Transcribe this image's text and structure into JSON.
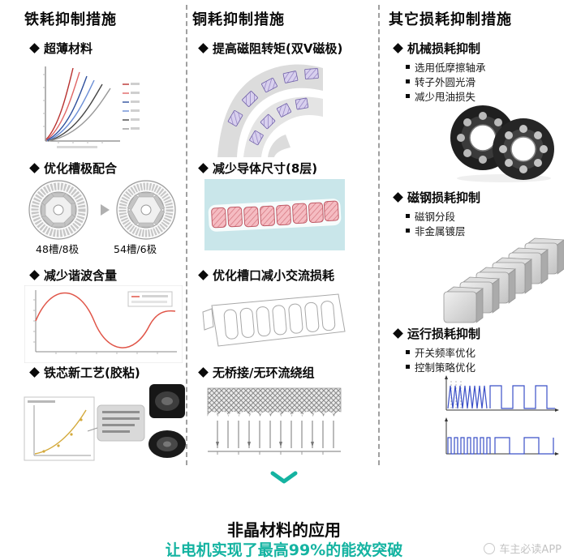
{
  "columns": [
    {
      "title": "铁耗抑制措施",
      "items": [
        {
          "label": "超薄材料"
        },
        {
          "label": "优化槽极配合",
          "captions": [
            "48槽/8极",
            "54槽/6极"
          ]
        },
        {
          "label": "减少谐波含量"
        },
        {
          "label": "铁芯新工艺(胶粘)"
        }
      ]
    },
    {
      "title": "铜耗抑制措施",
      "items": [
        {
          "label": "提高磁阻转矩(双V磁极)"
        },
        {
          "label": "减少导体尺寸(8层)"
        },
        {
          "label": "优化槽口减小交流损耗"
        },
        {
          "label": "无桥接/无环流绕组"
        }
      ]
    },
    {
      "title": "其它损耗抑制措施",
      "items": [
        {
          "label": "机械损耗抑制",
          "subitems": [
            "选用低摩擦轴承",
            "转子外圆光滑",
            "减少甩油损失"
          ]
        },
        {
          "label": "磁钢损耗抑制",
          "subitems": [
            "磁钢分段",
            "非金属镀层"
          ]
        },
        {
          "label": "运行损耗抑制",
          "subitems": [
            "开关频率优化",
            "控制策略优化"
          ]
        }
      ]
    }
  ],
  "footer": {
    "title": "非晶材料的应用",
    "highlight": "让电机实现了最高99%的能效突破"
  },
  "watermark": {
    "label": "车主必读APP"
  },
  "colors": {
    "accent_teal": "#14b3a1",
    "magnet_purple": "#8f7fc0",
    "conductor_pink": "#e8828c",
    "conductor_bg": "#c9e6ea",
    "waveform_blue": "#3b50c8",
    "sine_red": "#e05548"
  }
}
